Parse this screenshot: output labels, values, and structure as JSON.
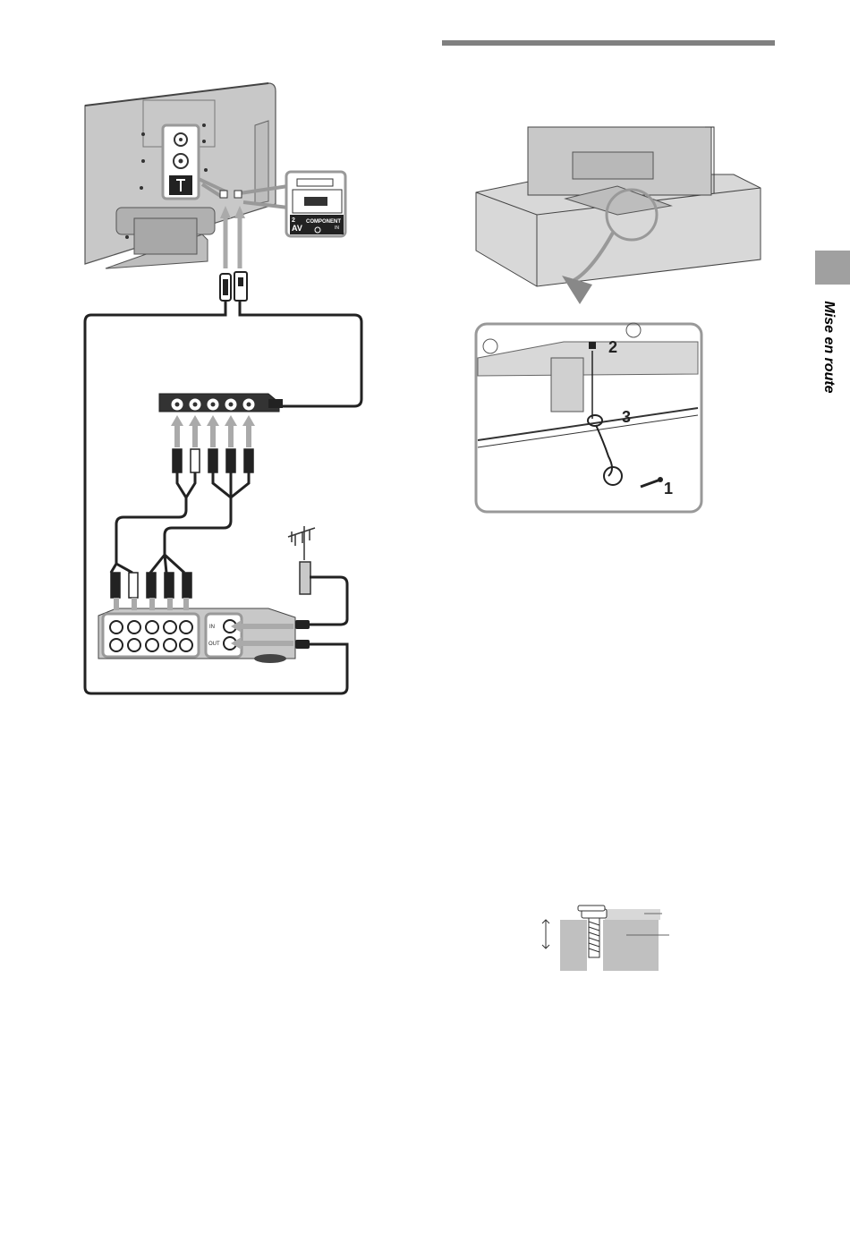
{
  "sidebar": {
    "section_label": "Mise en route"
  },
  "tv_panel": {
    "av_label": "AV",
    "av_number": "2",
    "component_label": "COMPONENT",
    "component_sub": "IN"
  },
  "vcr_panel": {
    "in_label": "IN",
    "out_label": "OUT"
  },
  "securing": {
    "callouts": [
      "2",
      "3",
      "1"
    ]
  },
  "colors": {
    "tv_gray": "#c8c8c8",
    "highlight_border": "#9a9a9a",
    "section_rule": "#808080"
  }
}
